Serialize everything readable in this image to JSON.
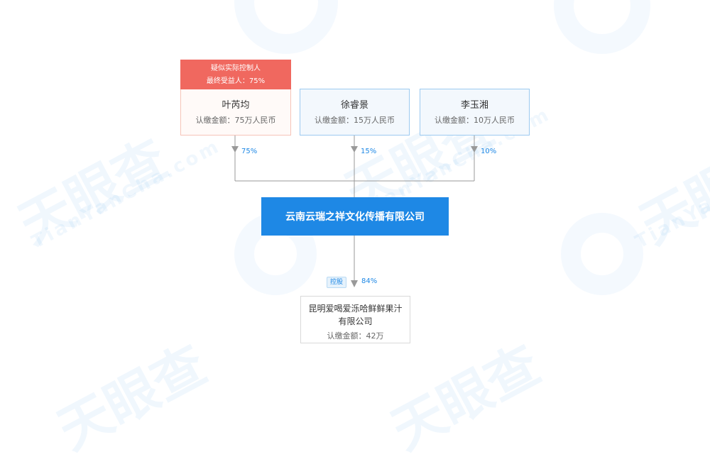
{
  "watermark": {
    "logo": "天眼查",
    "sub": "TianYanCha.com"
  },
  "colors": {
    "accent": "#1e88e5",
    "controller_badge": "#f0685f",
    "line": "#999999"
  },
  "controller_badge": {
    "title": "疑似实际控制人",
    "beneficiary": "最终受益人：75%"
  },
  "shareholders": [
    {
      "name": "叶芮均",
      "amount": "认缴金额：75万人民币",
      "percent": "75%",
      "is_controller": true
    },
    {
      "name": "徐睿景",
      "amount": "认缴金额：15万人民币",
      "percent": "15%",
      "is_controller": false
    },
    {
      "name": "李玉湘",
      "amount": "认缴金额：10万人民币",
      "percent": "10%",
      "is_controller": false
    }
  ],
  "company": {
    "name": "云南云瑞之祥文化传播有限公司"
  },
  "investment": {
    "tag": "控股",
    "percent": "84%",
    "subsidiary": {
      "name_line1": "昆明爱喝爱泺哈鲜鲜果汁",
      "name_line2": "有限公司",
      "amount": "认缴金额：42万"
    }
  }
}
